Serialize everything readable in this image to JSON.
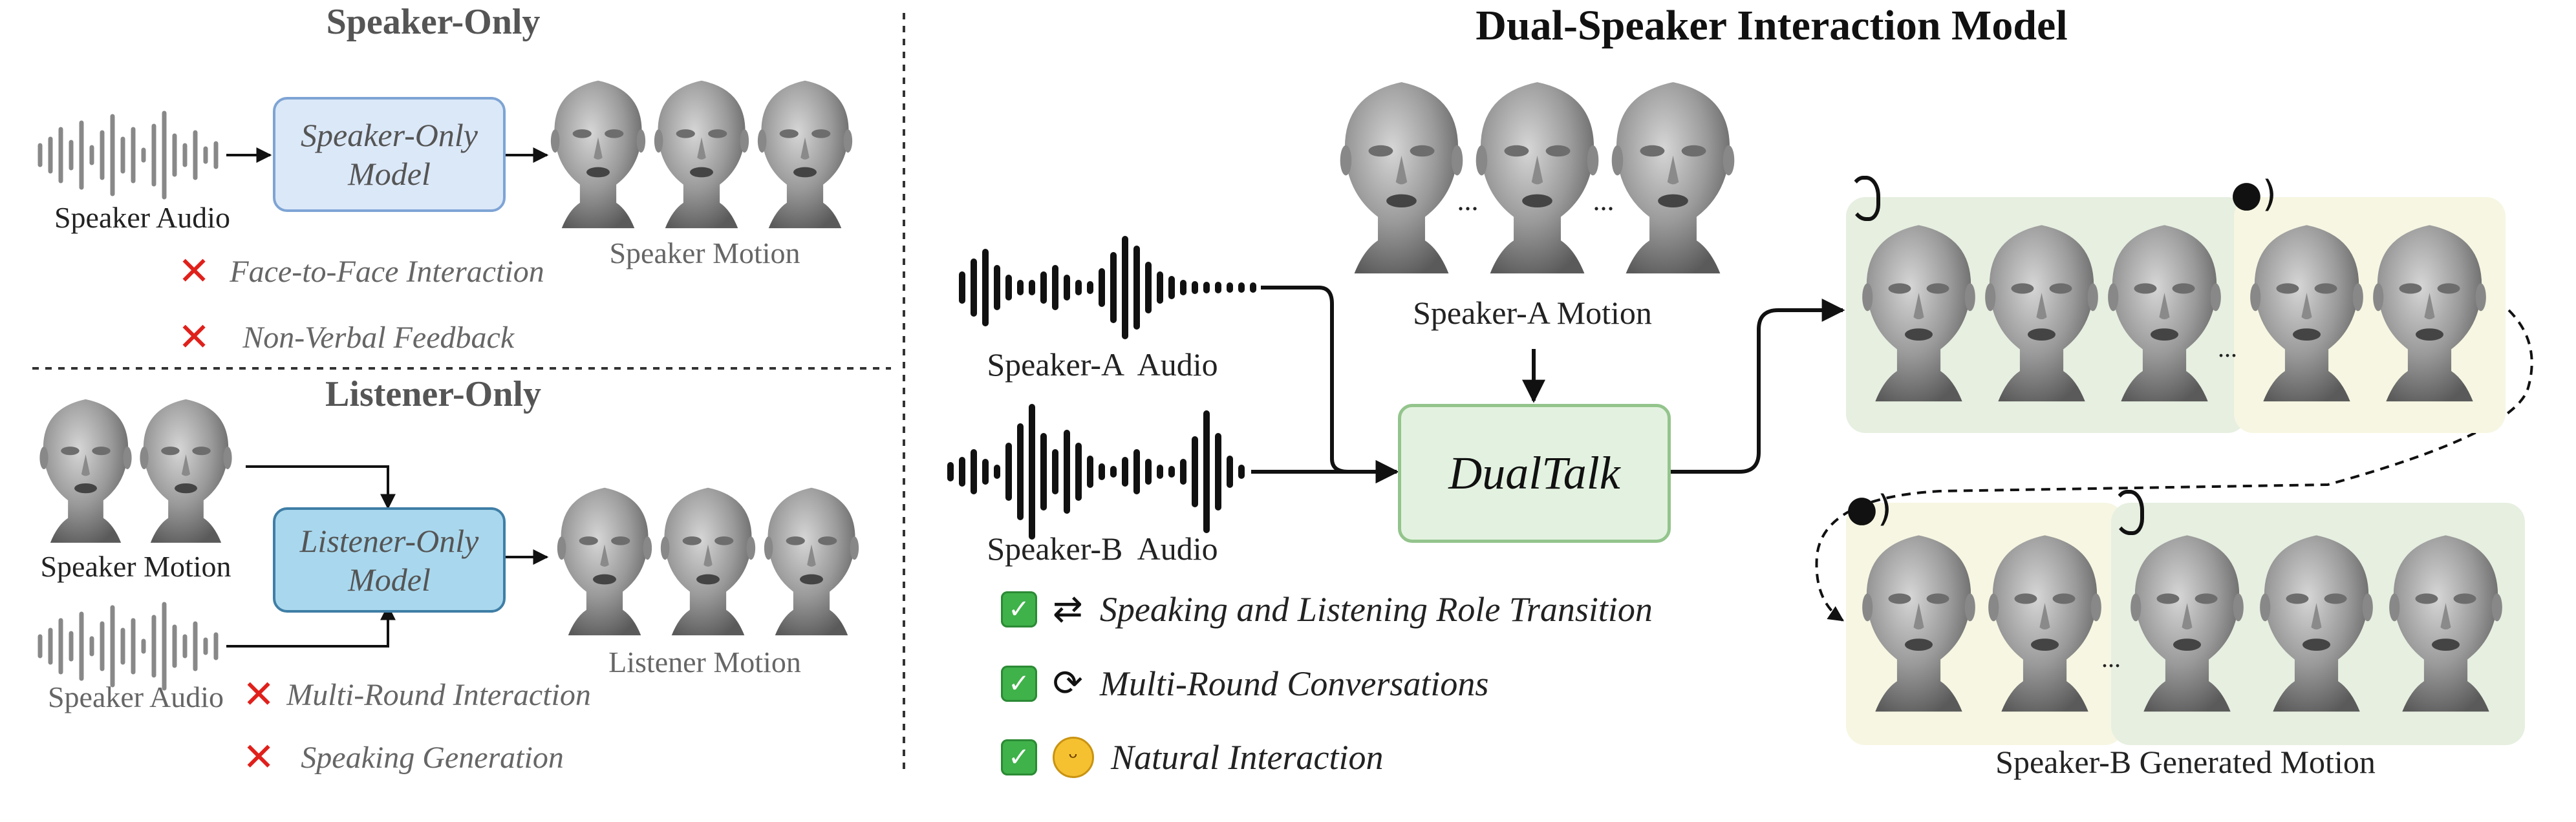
{
  "left_top": {
    "title": "Speaker-Only",
    "audio_label": "Speaker Audio",
    "model_label_line1": "Speaker-Only",
    "model_label_line2": "Model",
    "motion_label": "Speaker Motion",
    "drawbacks": [
      "Face-to-Face Interaction",
      "Non-Verbal Feedback"
    ]
  },
  "left_bottom": {
    "title": "Listener-Only",
    "speaker_motion_label": "Speaker Motion",
    "audio_label": "Speaker Audio",
    "model_label_line1": "Listener-Only",
    "model_label_line2": "Model",
    "motion_label": "Listener Motion",
    "drawbacks": [
      "Multi-Round Interaction",
      "Speaking Generation"
    ]
  },
  "right": {
    "title": "Dual-Speaker Interaction Model",
    "speaker_a_audio": "Speaker-A  Audio",
    "speaker_b_audio": "Speaker-B  Audio",
    "speaker_a_motion": "Speaker-A Motion",
    "model_label": "DualTalk",
    "output_label": "Speaker-B Generated Motion",
    "ellipsis": "...",
    "features": [
      {
        "icon": "swap-arrows-icon",
        "text": "Speaking and Listening Role Transition"
      },
      {
        "icon": "cycle-icon",
        "text": "Multi-Round Conversations"
      },
      {
        "icon": "grinning-face-icon",
        "text": "Natural Interaction"
      }
    ]
  },
  "colors": {
    "speaker_only_box_fill": "#dbe8f8",
    "speaker_only_box_border": "#7ea4d4",
    "listener_only_box_fill": "#a9d8ee",
    "listener_only_box_border": "#3f7ea6",
    "dualtalk_box_fill": "#e3f2e0",
    "dualtalk_box_border": "#93c48c",
    "panel_green": "#e6efe0",
    "panel_yellow": "#f7f6e2",
    "cross_red": "#e0201b",
    "check_green": "#3fb24a"
  }
}
